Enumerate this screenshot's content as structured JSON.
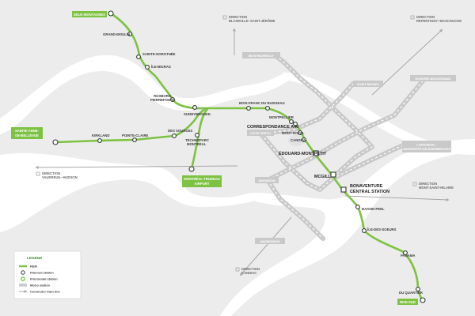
{
  "colors": {
    "rem_line": "#7dc242",
    "metro": "#c9c9c9",
    "land": "#ececec",
    "water": "#ffffff",
    "station_fill": "#ffffff",
    "station_stroke": "#2d3a2d",
    "direction_arrow": "#a7a7a7"
  },
  "terminals": {
    "deux_montagnes": "DEUX-MONTAGNES",
    "sainte_anne": [
      "SAINTE-ANNE-",
      "DE-BELLEVUE"
    ],
    "airport": [
      "MONTRÉAL-TRUDEAU",
      "AIRPORT"
    ],
    "brossard": "RIVE-SUD"
  },
  "stations": {
    "grand_moulin": "GRAND-MOULIN",
    "sainte_dorothee": "SAINTE-DOROTHÉE",
    "ile_bigras": "ÎLE-BIGRAS",
    "roxboro": [
      "ROXBORO-",
      "PIERREFONDS"
    ],
    "sunnybrooke": "SUNNYBROOKE",
    "bois_franc": "BOIS-FRANC",
    "du_ruisseau": "DU RUISSEAU",
    "montpellier": "MONTPELLIER",
    "correspondance_a40": "CORRESPONDANCE A40",
    "mont_royal": "MONT-ROYAL",
    "canora": "CANORA",
    "edouard_montpetit": "ÉDOUARD-MONTPETIT",
    "mcgill": "MCGILL",
    "bonaventure": [
      "BONAVENTURE",
      "CENTRAL STATION"
    ],
    "kirkland": "KIRKLAND",
    "pointe_claire": "POINTE-CLAIRE",
    "des_sources": "DES SOURCES",
    "technoparc": [
      "TECHNOPARC",
      "MONTRÉAL"
    ],
    "bassin_peel": "BASSIN PEEL",
    "ile_des_soeurs": "ÎLE-DES-SOEURS",
    "panama": "PANAMA",
    "du_quartier": "DU QUARTIER"
  },
  "metro_stations": {
    "montmorency": "MONTMORENCY",
    "saint_michel": "SAINT-MICHEL",
    "honore_beaugrand": "HONORÉ-BEAUGRAND",
    "cote_vertu": "CÔTE-VERTU",
    "longueuil": [
      "LONGUEUIL–",
      "UNIVERSITÉ-DE-SHERBROOKE"
    ],
    "angrignon": "ANGRIGNON",
    "snowdon": "SNOWDON"
  },
  "directions": {
    "blainville": [
      "DIRECTION",
      "BLAINVILLE–SAINT-JÉRÔME"
    ],
    "repentigny": [
      "DIRECTION",
      "REPENTIGNY–MASCOUCHE"
    ],
    "vaudreuil": [
      "DIRECTION",
      "VAUDREUIL–HUDSON"
    ],
    "mont_saint_hilaire": [
      "DIRECTION",
      "MONT-SAINT-HILAIRE"
    ],
    "candiac": [
      "DIRECTION",
      "CANDIAC"
    ]
  },
  "legend": {
    "title": "LEGEND",
    "items": [
      {
        "label": "REM",
        "icon": "rem-line-icon"
      },
      {
        "label": "Planned station",
        "icon": "planned-station-icon"
      },
      {
        "label": "Intermodal station",
        "icon": "intermodal-station-icon"
      },
      {
        "label": "Metro station",
        "icon": "metro-station-icon"
      },
      {
        "label": "Commuter train line",
        "icon": "commuter-train-arrow-icon"
      }
    ]
  }
}
